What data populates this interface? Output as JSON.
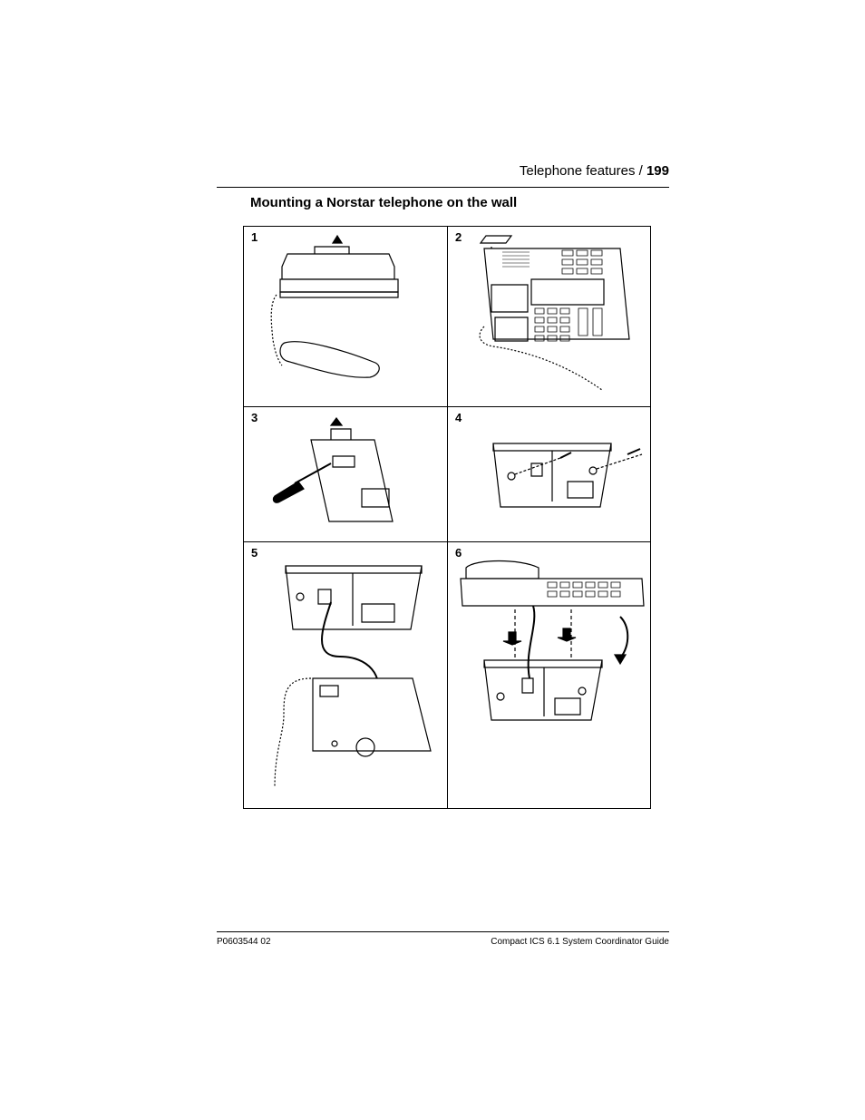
{
  "header": {
    "section": "Telephone features /",
    "page_number": "199"
  },
  "title": "Mounting a Norstar telephone on the wall",
  "steps": [
    {
      "number": "1",
      "icon": "phone-handset-removed-icon"
    },
    {
      "number": "2",
      "icon": "phone-front-view-icon"
    },
    {
      "number": "3",
      "icon": "screwdriver-base-icon"
    },
    {
      "number": "4",
      "icon": "wall-mount-screws-icon"
    },
    {
      "number": "5",
      "icon": "cord-routing-icon"
    },
    {
      "number": "6",
      "icon": "phone-attach-wall-icon"
    }
  ],
  "footer": {
    "left": "P0603544   02",
    "right": "Compact ICS 6.1 System Coordinator Guide"
  }
}
